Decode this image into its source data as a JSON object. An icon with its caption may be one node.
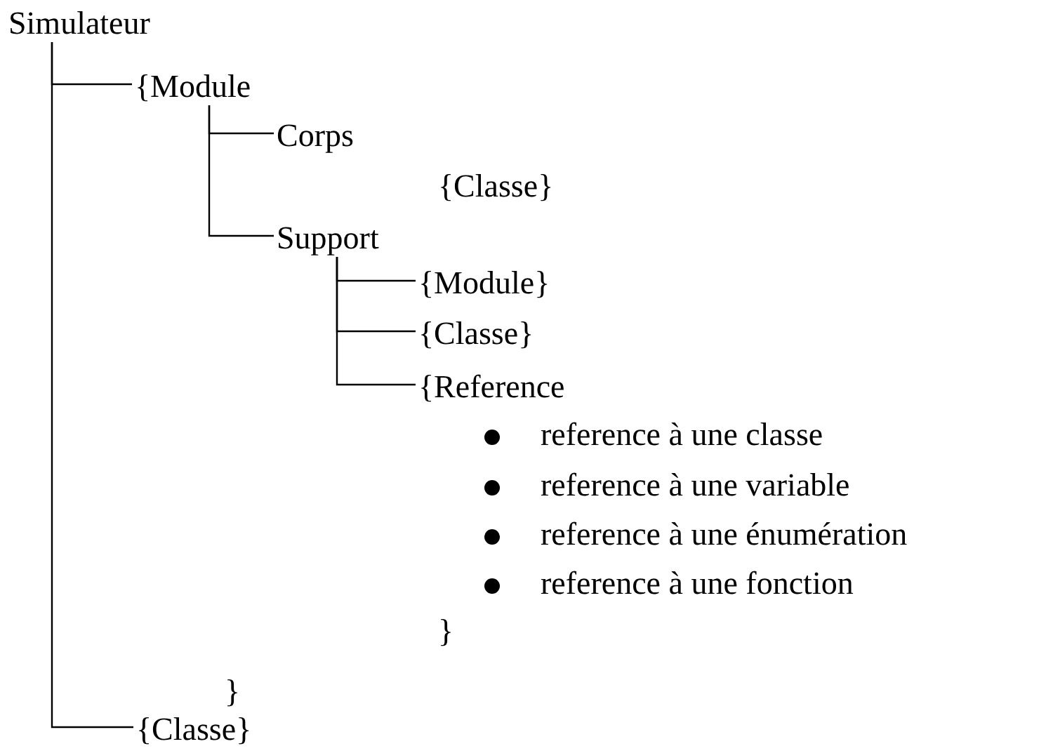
{
  "diagram": {
    "nodes": [
      {
        "text": [
          "Simulateur"
        ]
      },
      {
        "text": [
          "{Module"
        ]
      },
      {
        "text": [
          "Corps"
        ]
      },
      {
        "text": [
          "Support"
        ]
      },
      {
        "text": [
          "{Module}"
        ]
      },
      {
        "text": [
          "{Classe}"
        ]
      },
      {
        "text": [
          "{Reference"
        ]
      },
      {
        "text": [
          "{Classe}"
        ]
      }
    ],
    "edges": [
      {
        "from": 0,
        "to": 1,
        "arrow": "none"
      },
      {
        "from": 1,
        "to": 2,
        "arrow": "none"
      },
      {
        "from": 1,
        "to": 3,
        "arrow": "none"
      },
      {
        "from": 3,
        "to": 4,
        "arrow": "none"
      },
      {
        "from": 3,
        "to": 5,
        "arrow": "none"
      },
      {
        "from": 3,
        "to": 6,
        "arrow": "none"
      },
      {
        "from": 0,
        "to": 7,
        "arrow": "none"
      }
    ],
    "labels": [
      "{Classe}",
      "reference à une classe",
      "reference à une variable",
      "reference à une énumération",
      "reference à une fonction",
      "}",
      "}"
    ]
  }
}
